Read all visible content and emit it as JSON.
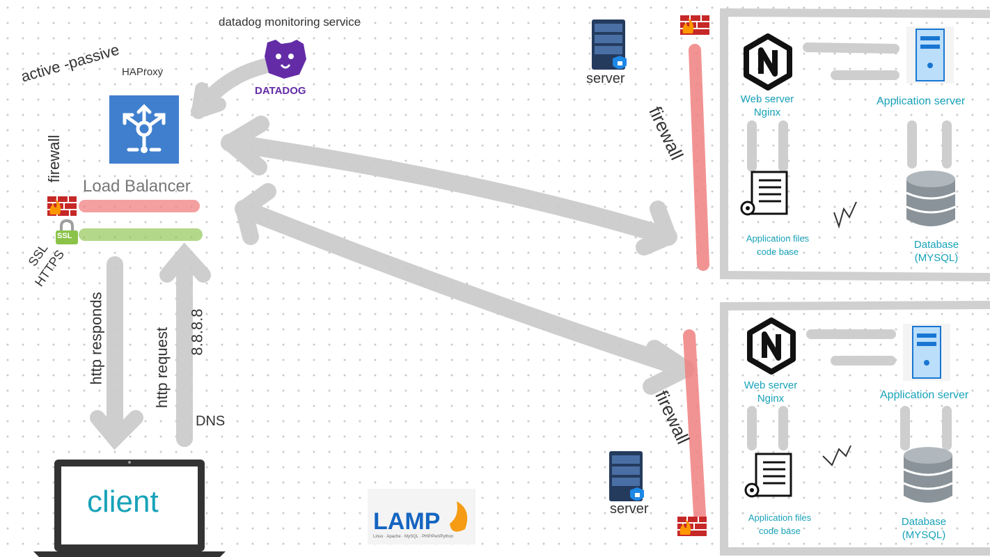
{
  "texts": {
    "datadog_caption": "datadog monitoring service",
    "datadog_logo": "DATADOG",
    "active_passive": "active -passive",
    "haproxy": "HAProxy",
    "load_balancer": "Load Balancer",
    "firewall_left": "firewall",
    "ssl": "SSL",
    "https": "HTTPS",
    "ssl_badge": "SSL",
    "http_responds": "http responds",
    "http_request": "http request",
    "dns_ip": "8.8.8.8",
    "dns": "DNS",
    "client": "client",
    "lamp": "LAMP",
    "lamp_sub": "Linux · Apache · MySQL · PHP/Perl/Python",
    "server_top": "server",
    "server_bottom": "server",
    "firewall_top": "firewall",
    "firewall_bottom": "firewall",
    "web_server_top": "Web server\nNginx",
    "app_server_top": "Application server",
    "app_files_top": "Application files\ncode base",
    "database_top": "Database\n(MYSQL)",
    "web_server_bottom": "Web server\nNginx",
    "app_server_bottom": "Application server",
    "app_files_bottom": "Application files\ncode base",
    "database_bottom": "Database\n(MYSQL)"
  },
  "colors": {
    "teal": "#17a2b8",
    "lb_blue": "#3f7fce",
    "firewall_red": "#f08080",
    "ssl_green": "#8bc34a",
    "datadog_purple": "#632ca6",
    "arrow_grey": "#c8c8c8",
    "server_navy": "#243b5e"
  },
  "icons": [
    "datadog-icon",
    "load-balancer-icon",
    "firewall-brick-icon",
    "ssl-lock-icon",
    "server-rack-icon",
    "nginx-icon",
    "application-server-icon",
    "code-file-gear-icon",
    "database-icon",
    "laptop-icon",
    "lamp-logo-icon"
  ]
}
